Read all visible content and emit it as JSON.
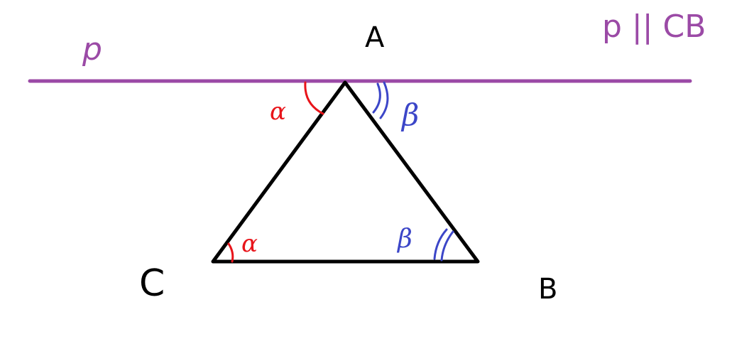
{
  "colors": {
    "line_p": "#9b4aa6",
    "triangle": "#000000",
    "alpha": "#e8141a",
    "beta": "#3c46c8",
    "background": "#ffffff"
  },
  "labels": {
    "vertex_a": "A",
    "vertex_b": "B",
    "vertex_c": "C",
    "line_p": "p",
    "parallel_note": "p || CB",
    "angle_alpha_top": "α",
    "angle_alpha_bottom": "α",
    "angle_beta_top": "β",
    "angle_beta_bottom": "β"
  }
}
